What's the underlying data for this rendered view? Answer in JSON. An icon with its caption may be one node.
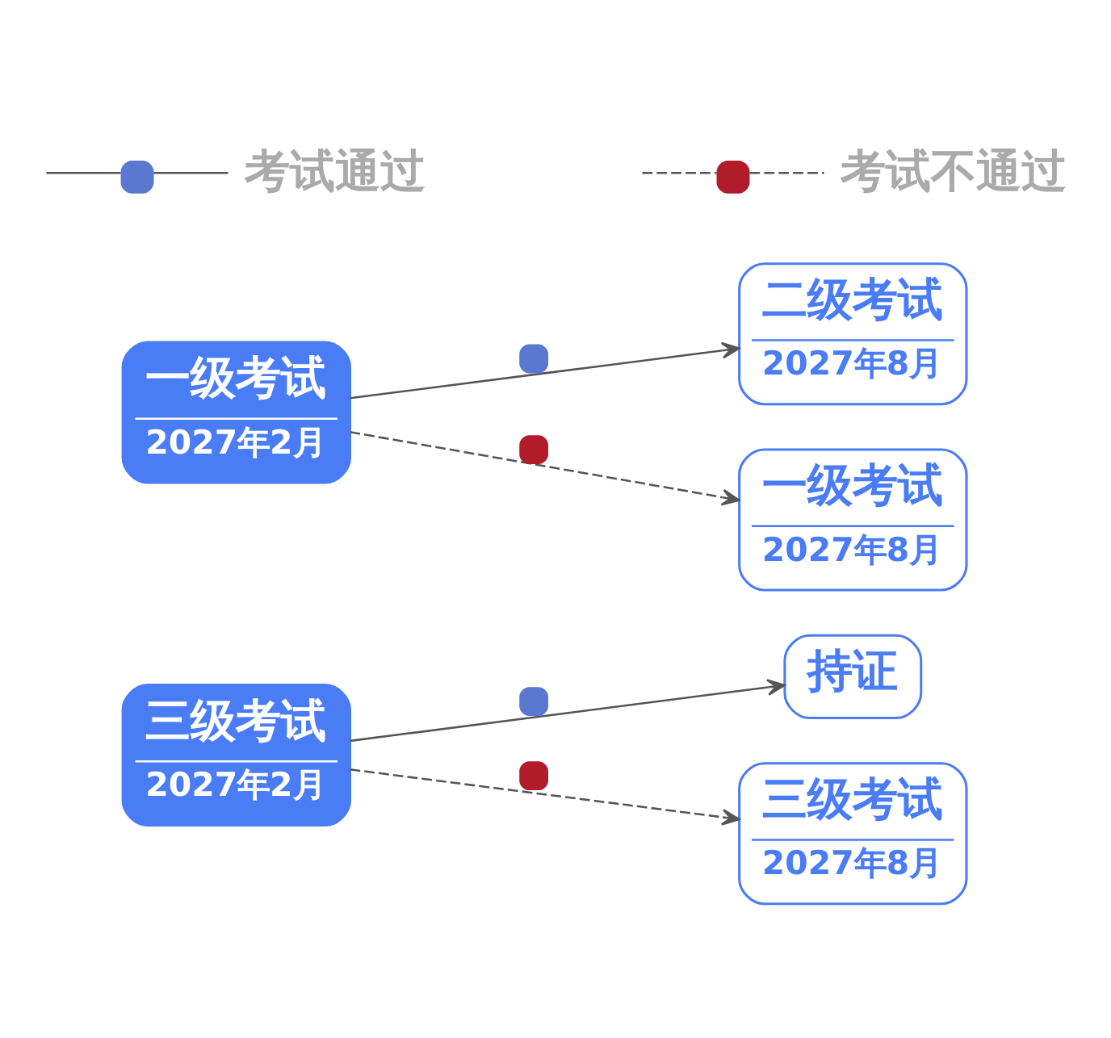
{
  "diagram": {
    "nodes": [
      {
        "text": [
          "一级考试",
          "2027年2月"
        ]
      },
      {
        "text": [
          "二级考试",
          "2027年8月"
        ]
      },
      {
        "text": [
          "一级考试",
          "2027年8月"
        ]
      },
      {
        "text": [
          "三级考试",
          "2027年2月"
        ]
      },
      {
        "text": [
          "持证"
        ]
      },
      {
        "text": [
          "三级考试",
          "2027年8月"
        ]
      }
    ],
    "edges": [
      {
        "from": 0,
        "to": 1,
        "arrow": "to"
      },
      {
        "from": 0,
        "to": 2,
        "arrow": "to",
        "style": "dashed"
      },
      {
        "from": 3,
        "to": 4,
        "arrow": "to"
      },
      {
        "from": 3,
        "to": 5,
        "arrow": "to",
        "style": "dashed"
      }
    ],
    "legend": [
      {
        "text": "考试通过"
      },
      {
        "text": "考试不通过"
      }
    ]
  }
}
